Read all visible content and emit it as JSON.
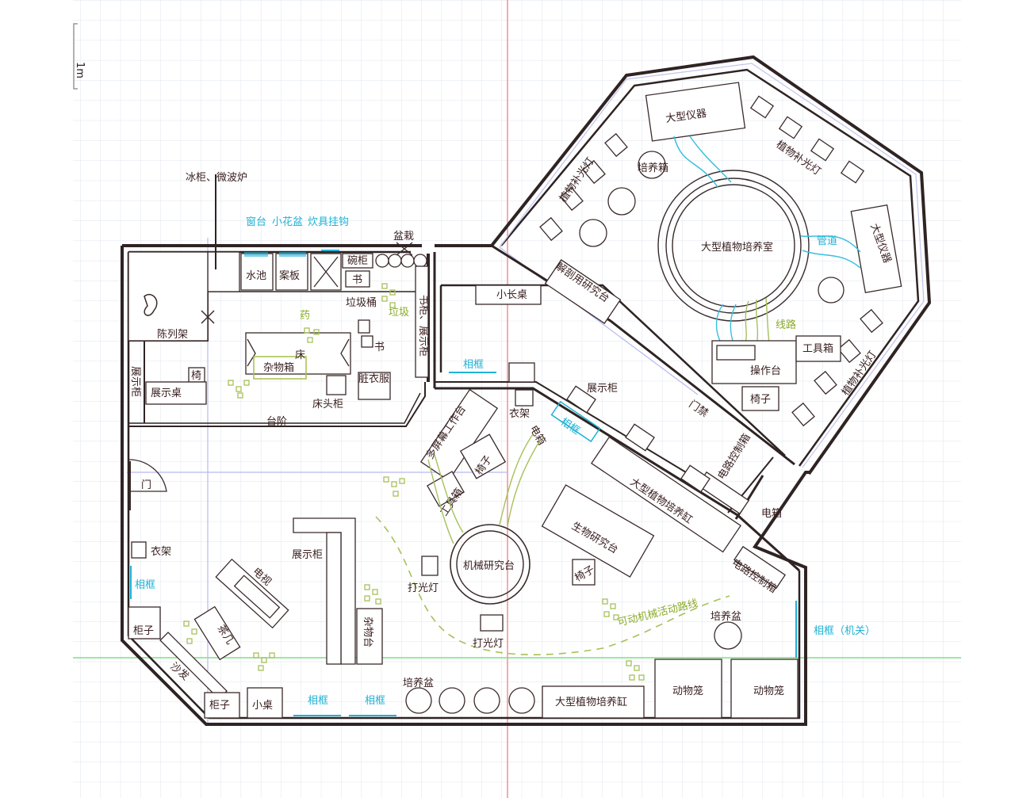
{
  "scale_label": "1m",
  "labels": {
    "fridge": "冰柜、微波炉",
    "windowsill": "窗台",
    "small_pot": "小花盆",
    "hooks": "炊具挂钩",
    "planter": "盆栽",
    "bowl_cabinet": "碗柜",
    "sink": "水池",
    "cutting_board": "案板",
    "book_top": "书",
    "trash_bin": "垃圾桶",
    "trash": "垃圾",
    "medicine": "药",
    "bookcase": "书柜、展示柜",
    "display_rack": "陈列架",
    "bed": "床",
    "storage_box": "杂物箱",
    "book_desk": "书",
    "dirty_clothes": "脏衣服",
    "nightstand": "床头柜",
    "display_left": "展示柜",
    "chair_left": "椅",
    "display_desk": "展示桌",
    "steps": "台阶",
    "long_table": "小长桌",
    "frame_mid": "相框",
    "dissect_table": "解剖用研究台",
    "big_instr_top": "大型仪器",
    "incubator": "培养箱",
    "grow_light_tl": "植物补光灯",
    "grow_light_tr": "植物补光灯",
    "big_chamber": "大型植物培养室",
    "pipe": "管道",
    "big_instr_right": "大型仪器",
    "wiring": "线路",
    "toolbox_right": "工具箱",
    "console": "操作台",
    "chair_right": "椅子",
    "grow_light_br": "植物补光灯",
    "door_access": "门禁",
    "elec_panel_a": "电路控制箱",
    "elec_box": "电箱",
    "elec_panel_b": "电路控制箱",
    "display_cab_mid": "展示柜",
    "coat_rack_mid": "衣架",
    "multi_screen": "多屏幕工作台",
    "chair_mid": "椅子",
    "elec_box_mid": "电箱",
    "frame_angled": "相框",
    "big_tank_diag": "大型植物培养缸",
    "toolbox_mid": "工具箱",
    "mech_table": "机械研究台",
    "bio_table": "生物研究台",
    "chair_bio": "椅子",
    "door": "门",
    "coat_rack": "衣架",
    "frame_left": "相框",
    "tv": "电视",
    "display_cab_low": "展示柜",
    "cabinet_a": "柜子",
    "tea_table": "茶几",
    "sofa": "沙发",
    "cabinet_b": "柜子",
    "small_table": "小桌",
    "sundries": "杂物台",
    "lamp1": "打光灯",
    "lamp2": "打光灯",
    "robot_route": "可动机械活动路线",
    "pot_row": "培养盆",
    "pot_right": "培养盆",
    "frame_b1": "相框",
    "frame_b2": "相框",
    "big_tank_bottom": "大型植物培养缸",
    "cage1": "动物笼",
    "cage2": "动物笼",
    "frame_switch": "相框（机关）"
  },
  "colors": {
    "wall": "#2f2323",
    "furniture": "#3a2a2a",
    "cyan": "#1fb2d6",
    "green": "#8aab2a",
    "grid": "#d6dde8",
    "guide_blue": "#8c8fe8",
    "guide_red": "#e87a7a",
    "guide_green": "#7ee07e"
  }
}
